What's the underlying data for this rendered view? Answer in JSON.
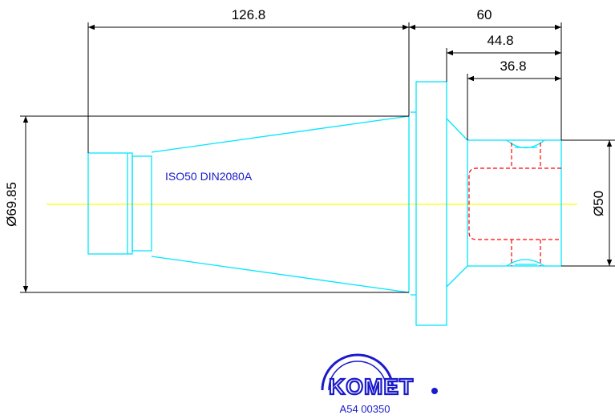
{
  "dimensions": {
    "overall_length": "126.8",
    "flange_to_end": "60",
    "length_2": "44.8",
    "length_3": "36.8",
    "taper_diameter": "Ø69.85",
    "bore_diameter": "Ø50"
  },
  "spec": "ISO50 DIN2080A",
  "logo": {
    "text": "KOMET"
  },
  "part_number": "A54 00350",
  "colors": {
    "outline": "#00e5ff",
    "centerline": "#ffff00",
    "hidden": "#ff0000",
    "dimension": "#000000",
    "label": "#1a1acc"
  }
}
